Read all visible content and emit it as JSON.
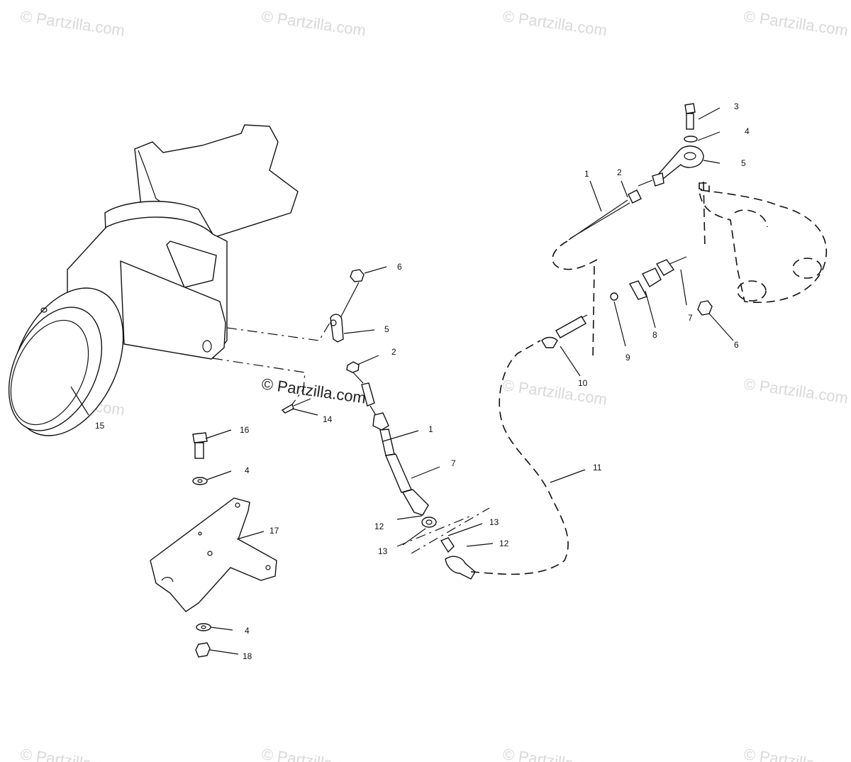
{
  "watermark": {
    "text": "© Partzilla.com"
  },
  "callouts": {
    "c1a": "1",
    "c2a": "2",
    "c3": "3",
    "c4a": "4",
    "c5a": "5",
    "c6a": "6",
    "c5b": "5",
    "c2b": "2",
    "c1b": "1",
    "c7a": "7",
    "c12a": "12",
    "c13a": "13",
    "c13b": "13",
    "c12b": "12",
    "c7b": "7",
    "c8": "8",
    "c9": "9",
    "c10": "10",
    "c11": "11",
    "c6b": "6",
    "c14": "14",
    "c15": "15",
    "c16": "16",
    "c4b": "4",
    "c17": "17",
    "c4c": "4",
    "c18": "18"
  },
  "colors": {
    "line": "#111111",
    "background": "#ffffff",
    "watermark": "#d9d9d9"
  }
}
